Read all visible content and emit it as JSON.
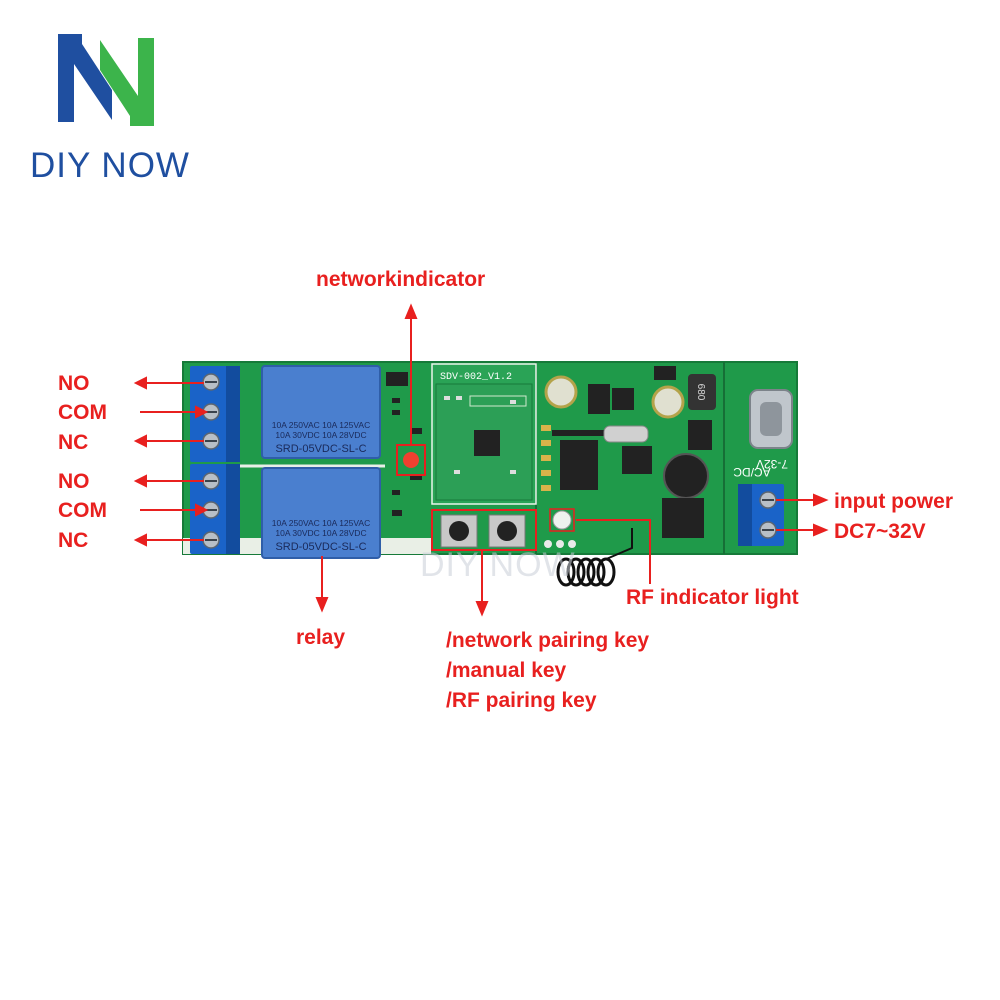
{
  "brand": {
    "name": "DIY NOW",
    "logo_colors": {
      "blue": "#1f4fa0",
      "green": "#3cb44b"
    }
  },
  "board": {
    "module_label": "SDV-002_V1.2",
    "voltage_label": "7-32V",
    "acdc_label": "AC/DC",
    "inductor_label": "680",
    "relays": [
      {
        "rating_line1": "10A 250VAC  10A 125VAC",
        "rating_line2": "10A  30VDC  10A  28VDC",
        "model": "SRD-05VDC-SL-C"
      },
      {
        "rating_line1": "10A 250VAC  10A 125VAC",
        "rating_line2": "10A  30VDC  10A  28VDC",
        "model": "SRD-05VDC-SL-C"
      }
    ]
  },
  "watermark": "DIY NOW",
  "callouts": {
    "relay1": {
      "no": "NO",
      "com": "COM",
      "nc": "NC"
    },
    "relay2": {
      "no": "NO",
      "com": "COM",
      "nc": "NC"
    },
    "network_indicator": "networkindicator",
    "relay": "relay",
    "keys": [
      "/network pairing key",
      "/manual key",
      "/RF pairing key"
    ],
    "rf_indicator": "RF indicator light",
    "input_power": "input power",
    "input_voltage": "DC7~32V"
  },
  "colors": {
    "callout": "#e8201f",
    "pcb": "#1f9a4a",
    "terminal": "#1a63c8",
    "relay": "#4a7fcf"
  }
}
